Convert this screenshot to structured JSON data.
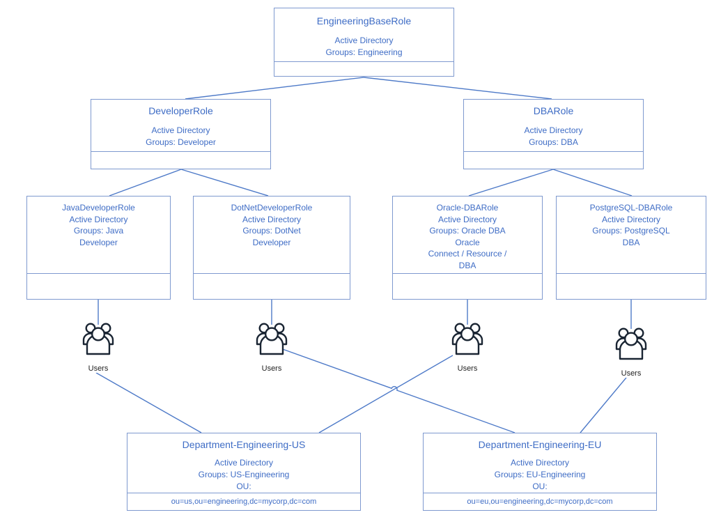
{
  "diagram": {
    "colors": {
      "node_border": "#7e99cf",
      "connector_line": "#4e7ac8",
      "node_text": "#3e6cc5",
      "users_icon": "#1a2533",
      "users_label_text": "#222222",
      "background": "#ffffff"
    },
    "nodes": {
      "root": {
        "title": "EngineeringBaseRole",
        "lines": [
          "Active Directory",
          "Groups: Engineering"
        ]
      },
      "developer": {
        "title": "DeveloperRole",
        "lines": [
          "Active Directory",
          "Groups: Developer"
        ]
      },
      "dba": {
        "title": "DBARole",
        "lines": [
          "Active Directory",
          "Groups: DBA"
        ]
      },
      "java": {
        "lines": [
          "JavaDeveloperRole",
          "Active Directory",
          "Groups: Java",
          "Developer"
        ]
      },
      "dotnet": {
        "lines": [
          "DotNetDeveloperRole",
          "Active Directory",
          "Groups: DotNet",
          "Developer"
        ]
      },
      "oracle": {
        "lines": [
          "Oracle-DBARole",
          "Active Directory",
          "Groups: Oracle DBA",
          "Oracle",
          "Connect / Resource /",
          "DBA"
        ]
      },
      "postgresql": {
        "lines": [
          "PostgreSQL-DBARole",
          "Active Directory",
          "Groups: PostgreSQL",
          "DBA"
        ]
      },
      "dept_us": {
        "title": "Department-Engineering-US",
        "lines": [
          "Active Directory",
          "Groups: US-Engineering",
          "OU:"
        ],
        "footer": "ou=us,ou=engineering,dc=mycorp,dc=com"
      },
      "dept_eu": {
        "title": "Department-Engineering-EU",
        "lines": [
          "Active Directory",
          "Groups: EU-Engineering",
          "OU:"
        ],
        "footer": "ou=eu,ou=engineering,dc=mycorp,dc=com"
      }
    },
    "user_groups": [
      {
        "label": "Users"
      },
      {
        "label": "Users"
      },
      {
        "label": "Users"
      },
      {
        "label": "Users"
      }
    ]
  }
}
